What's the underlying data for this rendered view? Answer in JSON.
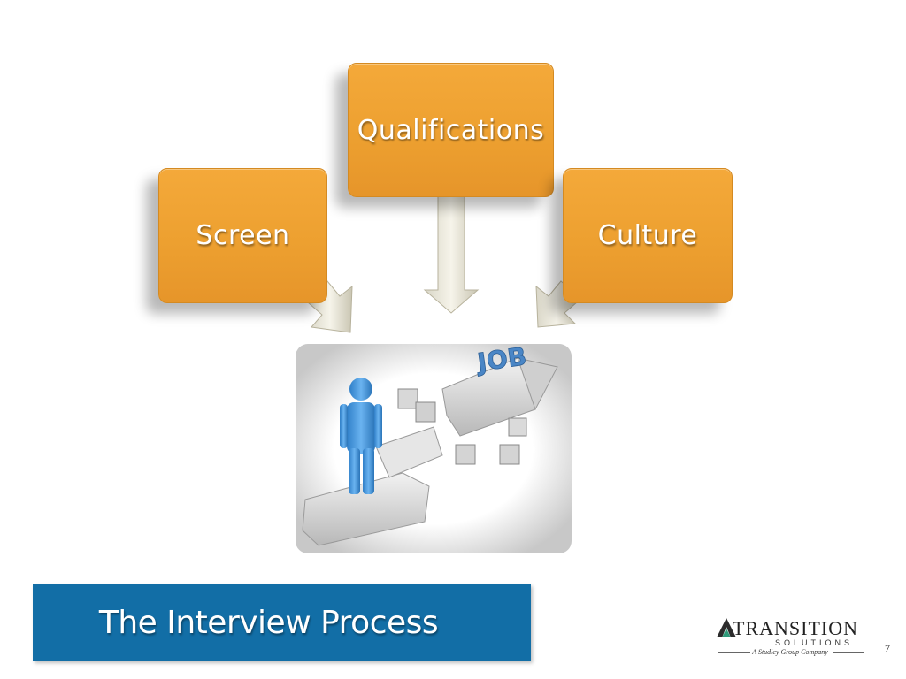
{
  "diagram": {
    "top_box": "Qualifications",
    "left_box": "Screen",
    "right_box": "Culture",
    "center_image_text": "JOB"
  },
  "footer": {
    "title": "The Interview Process",
    "logo_name": "TRANSITION",
    "logo_sub": "SOLUTIONS",
    "logo_tagline": "A Studley Group Company",
    "page_number": "7"
  },
  "colors": {
    "box_orange": "#eda030",
    "banner_blue": "#126ea6",
    "figure_blue": "#3c8fd6"
  }
}
